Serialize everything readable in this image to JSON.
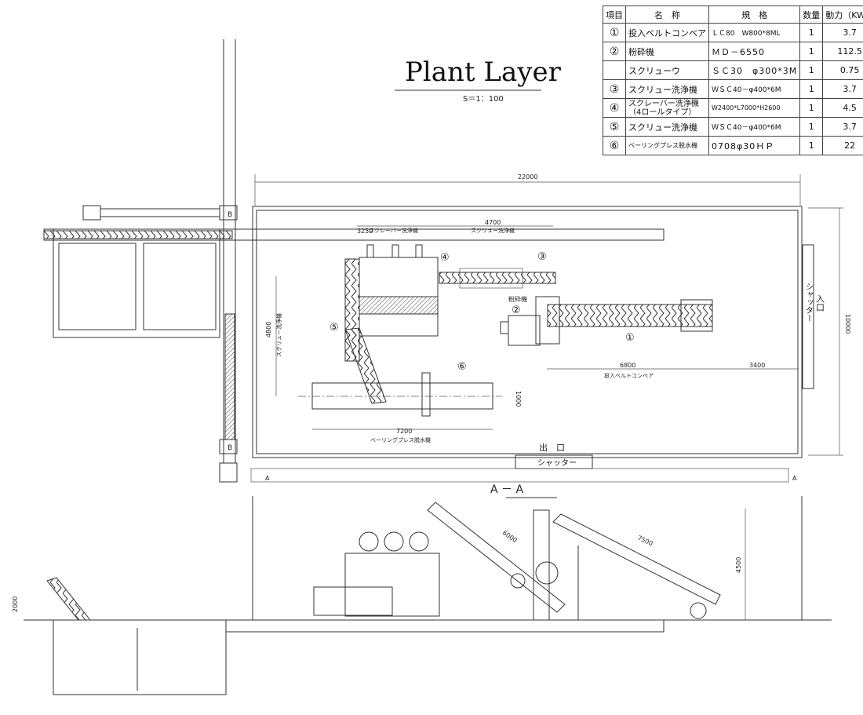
{
  "title": "Plant Layer",
  "scale": "S＝1：100",
  "spec_table": {
    "headers": [
      "項目",
      "名　称",
      "規　格",
      "数量",
      "動力（KW）"
    ],
    "rows": [
      {
        "item": "①",
        "name": "投入ベルトコンベア",
        "spec": "ＬＣ80　W800*8ML",
        "qty": "1",
        "power": "3.7"
      },
      {
        "item": "②",
        "name": "粉砕機",
        "spec": "ＭＤ－6550",
        "qty": "1",
        "power": "112.5"
      },
      {
        "item": "",
        "name": "スクリューウ",
        "spec": "ＳＣ30　φ300*3M",
        "qty": "1",
        "power": "0.75"
      },
      {
        "item": "③",
        "name": "スクリュー洗浄機",
        "spec": "ＷＳＣ40－φ400*6M",
        "qty": "1",
        "power": "3.7"
      },
      {
        "item": "④",
        "name": "スクレーバー洗浄機（4ロールタイプ）",
        "spec": "W2400*L7000*H2600",
        "qty": "1",
        "power": "4.5"
      },
      {
        "item": "⑤",
        "name": "スクリュー洗浄機",
        "spec": "ＷＳＣ40－φ400*6M",
        "qty": "1",
        "power": "3.7"
      },
      {
        "item": "⑥",
        "name": "ベーリングプレス脱水機",
        "spec": "0708φ30ＨＰ",
        "qty": "1",
        "power": "22"
      }
    ]
  },
  "plan": {
    "dim_total_width": "22000",
    "dim_total_height": "10000",
    "dim_scraper": "3250",
    "label_scraper": "スクレーバー洗浄機",
    "dim_screw3": "4700",
    "label_screw3": "スクリュー洗浄機",
    "dim_screw5": "4800",
    "label_screw5": "スクリュー洗浄機",
    "label_crusher": "粉砕機",
    "dim_conveyor": "6800",
    "dim_conveyor_end": "3400",
    "label_conveyor": "投入ベルトコンベア",
    "dim_press": "7200",
    "dim_press_height": "1000",
    "label_press": "ベーリングプレス脱水機",
    "exit_label": "出　口",
    "exit_shutter": "シャッター",
    "entrance_label": "入口",
    "entrance_shutter": "シャッター",
    "marker_b": "B",
    "section_marker": "A",
    "callouts": [
      "①",
      "②",
      "③",
      "④",
      "⑤",
      "⑥"
    ]
  },
  "section": {
    "title": "A － A",
    "dim_incline1": "6000",
    "dim_incline2": "7500",
    "dim_height": "4500",
    "dim_pit": "2000"
  }
}
